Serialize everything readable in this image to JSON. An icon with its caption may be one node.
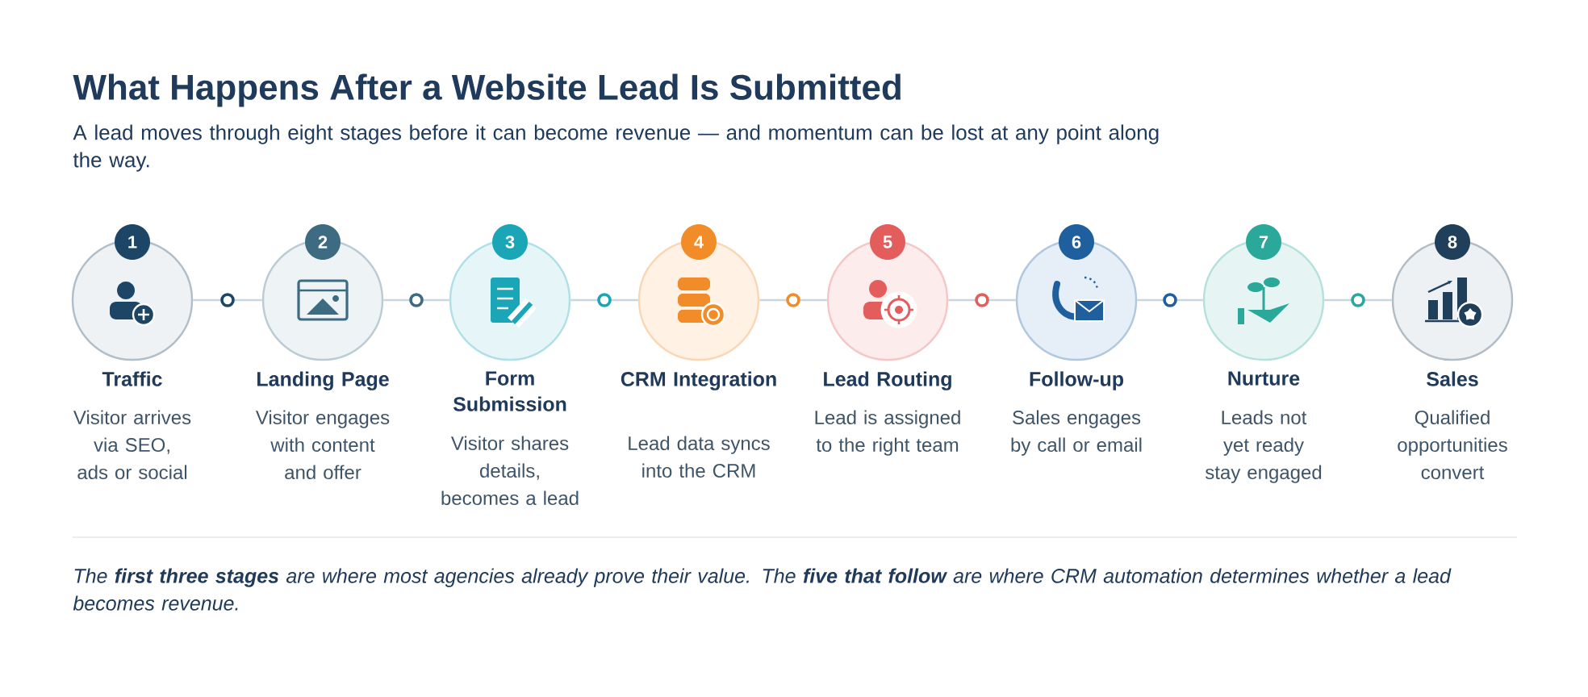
{
  "diagram": {
    "title": "What Happens After a Website Lead Is Submitted",
    "caption": "A lead moves through eight stages before it can become revenue — and momentum can be lost at any point along the way.",
    "nodes": [
      {
        "text": [
          "1",
          "Traffic",
          "Visitor arrives via SEO, ads or social"
        ]
      },
      {
        "text": [
          "2",
          "Landing Page",
          "Visitor engages with content and offer"
        ]
      },
      {
        "text": [
          "3",
          "Form Submission",
          "Visitor shares details, becomes a lead"
        ]
      },
      {
        "text": [
          "4",
          "CRM Integration",
          "Lead data syncs into the CRM"
        ]
      },
      {
        "text": [
          "5",
          "Lead Routing",
          "Lead is assigned to the right team"
        ]
      },
      {
        "text": [
          "6",
          "Follow-up",
          "Sales engages by call or email"
        ]
      },
      {
        "text": [
          "7",
          "Nurture",
          "Leads not yet ready stay engaged"
        ]
      },
      {
        "text": [
          "8",
          "Sales",
          "Qualified opportunities convert"
        ]
      }
    ],
    "edges": [
      {
        "from": 0,
        "to": 1,
        "arrow": "none"
      },
      {
        "from": 1,
        "to": 2,
        "arrow": "none"
      },
      {
        "from": 2,
        "to": 3,
        "arrow": "none"
      },
      {
        "from": 3,
        "to": 4,
        "arrow": "none"
      },
      {
        "from": 4,
        "to": 5,
        "arrow": "none"
      },
      {
        "from": 5,
        "to": 6,
        "arrow": "none"
      },
      {
        "from": 6,
        "to": 7,
        "arrow": "none"
      }
    ],
    "labels": [
      "The **first three stages** are where most agencies already prove their value. The **five that follow** are where CRM automation determines whether a lead becomes revenue."
    ]
  }
}
